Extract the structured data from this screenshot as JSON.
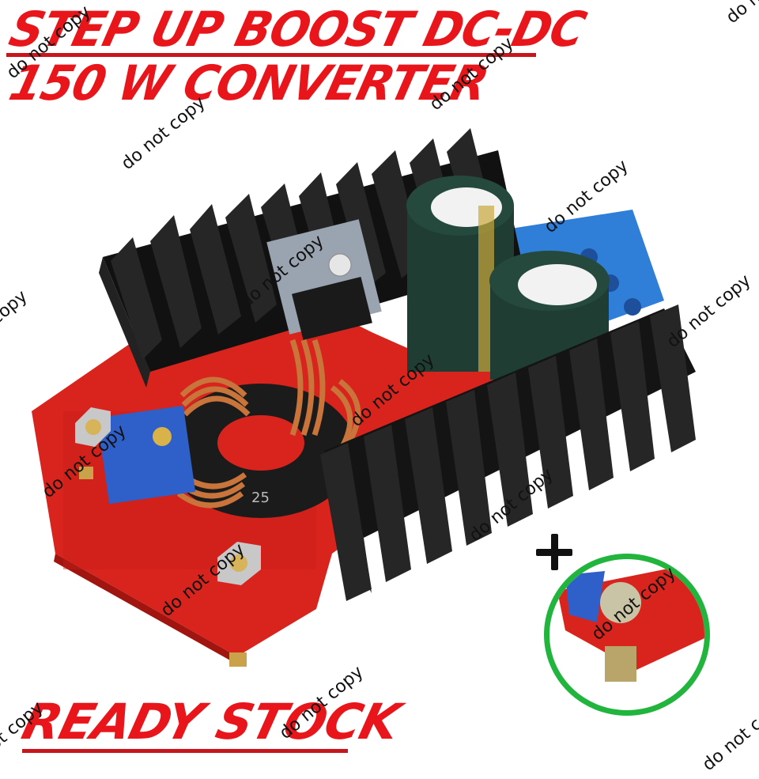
{
  "headline": {
    "line1": "STEP UP BOOST DC-DC",
    "line2": "150 W CONVERTER"
  },
  "footer": {
    "badge": "READY STOCK"
  },
  "watermark": {
    "text": "do not copy"
  },
  "product_image": {
    "subject": "DC-DC step-up boost converter module",
    "components": [
      "black aluminium heatsink (left)",
      "black aluminium heatsink (right)",
      "toroid inductor with copper windings",
      "electrolytic capacitors",
      "blue screw terminal block",
      "blue trimmer potentiometer",
      "red PCB",
      "brass mounting standoffs"
    ],
    "inductor_marking": "25"
  },
  "callout": {
    "symbol": "+",
    "ring_color": "#22b53e",
    "detail": "brass standoff close-up"
  },
  "colors": {
    "headline": "#e8161b",
    "pcb": "#d8241c",
    "heatsink": "#1a1a1a",
    "terminal": "#2f7fd8",
    "capacitor": "#1f3d33",
    "copper": "#c8743a"
  }
}
